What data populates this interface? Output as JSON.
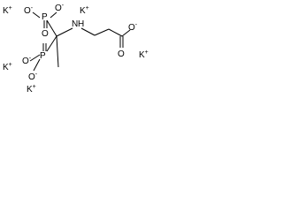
{
  "molecule": {
    "potassium": {
      "symbol": "K",
      "charge": "+"
    },
    "oxygen": {
      "symbol": "O",
      "charge": "-"
    },
    "phosphorus": {
      "symbol": "P"
    },
    "nitrogen": {
      "symbol": "N",
      "hydrogen": "H"
    },
    "carbonyl_oxygen": {
      "symbol": "O"
    },
    "ink_color": "#000000",
    "background_color": "#ffffff"
  }
}
